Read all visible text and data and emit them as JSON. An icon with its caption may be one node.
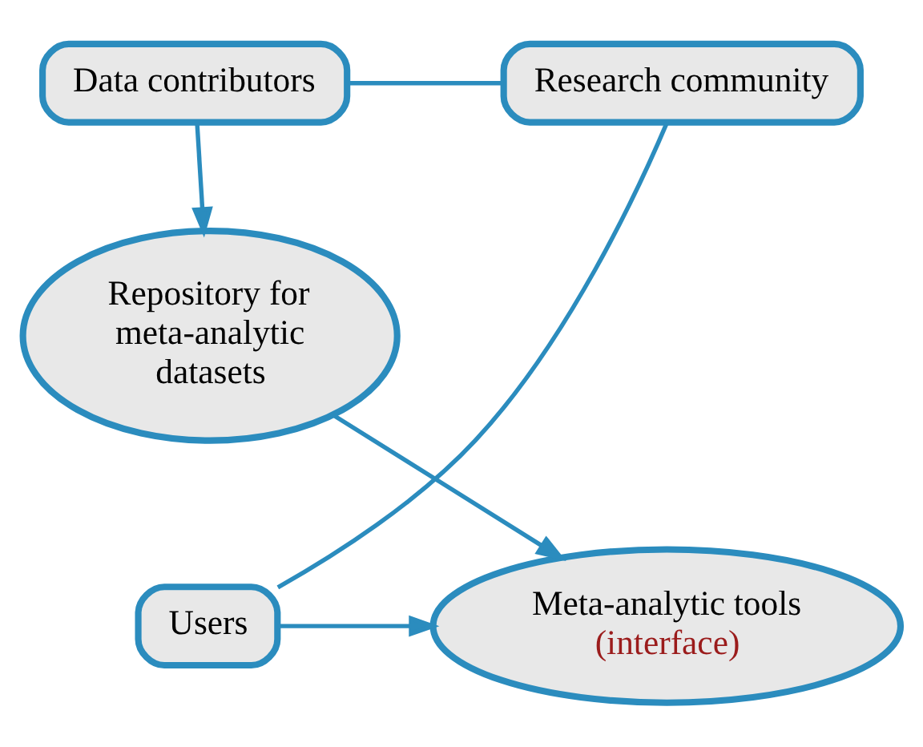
{
  "diagram": {
    "nodes": [
      {
        "text": [
          "Data contributors"
        ]
      },
      {
        "text": [
          "Repository for meta-analytic datasets"
        ]
      },
      {
        "text": [
          "Research community"
        ]
      },
      {
        "text": [
          "Meta-analytic tools",
          "(interface)"
        ]
      },
      {
        "text": [
          "Users"
        ]
      }
    ],
    "edges": [
      {
        "from": 0,
        "to": 1,
        "arrow": "to"
      },
      {
        "from": 0,
        "to": 2,
        "arrow": "none"
      },
      {
        "from": 1,
        "to": 3,
        "arrow": "to"
      },
      {
        "from": 2,
        "to": 4,
        "arrow": "none"
      },
      {
        "from": 4,
        "to": 3,
        "arrow": "to"
      }
    ]
  }
}
